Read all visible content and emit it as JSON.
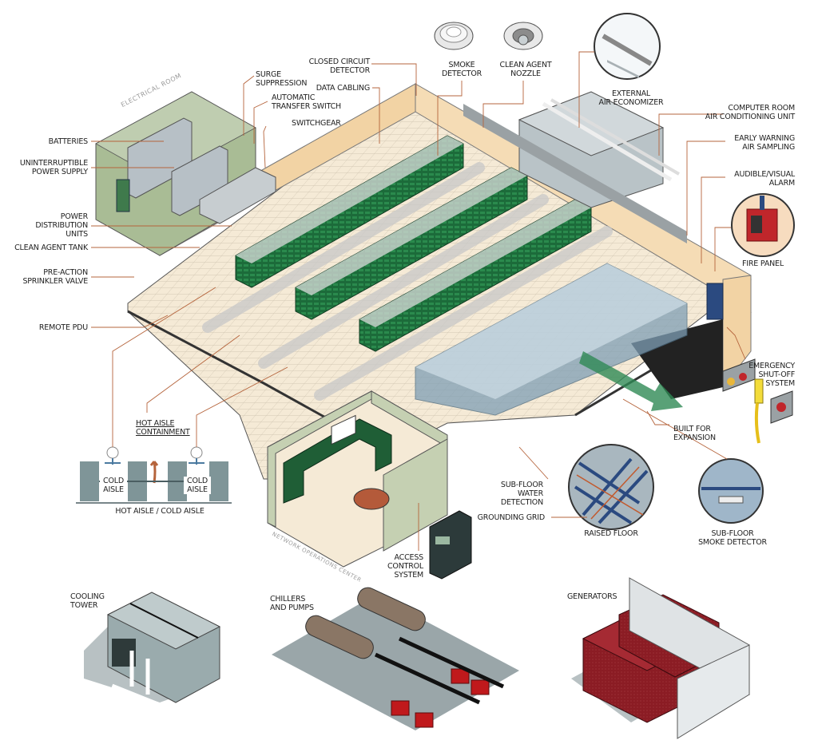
{
  "diagram": {
    "title": "Data Center Infrastructure Overview",
    "colors": {
      "leader_line": "#b5643c",
      "floor_tile": "#f5ead6",
      "floor_grid": "#c9bfae",
      "wall_tan": "#f2d3a4",
      "electrical_room_wall": "#a9bc95",
      "rack_green": "#1c6b3a",
      "containment_blue": "#7f9fb5",
      "hvac_gray": "#b9c3c7",
      "generator_red": "#8b1c24",
      "pump_red": "#c0191c",
      "chiller_brown": "#8a7665",
      "expansion_arrow": "#2f8a55"
    },
    "room_labels": {
      "electrical_room": "ELECTRICAL ROOM",
      "network_operations_center": "NETWORK OPERATIONS CENTER"
    },
    "callouts_left": [
      {
        "id": "batteries",
        "text": "BATTERIES"
      },
      {
        "id": "ups",
        "text": "UNINTERRUPTIBLE\nPOWER SUPPLY"
      },
      {
        "id": "pdu",
        "text": "POWER\nDISTRIBUTION\nUNITS"
      },
      {
        "id": "clean_agent_tank",
        "text": "CLEAN AGENT TANK"
      },
      {
        "id": "pre_action_valve",
        "text": "PRE-ACTION\nSPRINKLER VALVE"
      },
      {
        "id": "remote_pdu",
        "text": "REMOTE PDU"
      }
    ],
    "callouts_top": [
      {
        "id": "surge_suppression",
        "text": "SURGE\nSUPPRESSION"
      },
      {
        "id": "ats",
        "text": "AUTOMATIC\nTRANSFER SWITCH"
      },
      {
        "id": "switchgear",
        "text": "SWITCHGEAR"
      },
      {
        "id": "cctv",
        "text": "CLOSED CIRCUIT\nDETECTOR"
      },
      {
        "id": "data_cabling",
        "text": "DATA CABLING"
      },
      {
        "id": "smoke_detector",
        "text": "SMOKE\nDETECTOR"
      },
      {
        "id": "clean_agent_nozzle",
        "text": "CLEAN AGENT\nNOZZLE"
      },
      {
        "id": "air_economizer",
        "text": "EXTERNAL\nAIR ECONOMIZER"
      }
    ],
    "callouts_right": [
      {
        "id": "crac",
        "text": "COMPUTER ROOM\nAIR CONDITIONING UNIT"
      },
      {
        "id": "early_warning",
        "text": "EARLY WARNING\nAIR SAMPLING"
      },
      {
        "id": "audible_visual",
        "text": "AUDIBLE/VISUAL\nALARM"
      },
      {
        "id": "fire_panel",
        "text": "FIRE PANEL"
      },
      {
        "id": "emergency_shutoff",
        "text": "EMERGENCY\nSHUT-OFF\nSYSTEM"
      },
      {
        "id": "built_for_expansion",
        "text": "BUILT FOR\nEXPANSION"
      }
    ],
    "callouts_bottom": [
      {
        "id": "hot_aisle_containment",
        "text": "HOT AISLE\nCONTAINMENT"
      },
      {
        "id": "cold_aisle_1",
        "text": "COLD\nAISLE"
      },
      {
        "id": "cold_aisle_2",
        "text": "COLD\nAISLE"
      },
      {
        "id": "hot_cold_aisle",
        "text": "HOT AISLE / COLD AISLE"
      },
      {
        "id": "access_control",
        "text": "ACCESS\nCONTROL\nSYSTEM"
      },
      {
        "id": "subfloor_water",
        "text": "SUB-FLOOR\nWATER\nDETECTION"
      },
      {
        "id": "grounding_grid",
        "text": "GROUNDING GRID"
      },
      {
        "id": "raised_floor",
        "text": "RAISED FLOOR"
      },
      {
        "id": "subfloor_smoke",
        "text": "SUB-FLOOR\nSMOKE DETECTOR"
      }
    ],
    "outdoor_equipment": [
      {
        "id": "cooling_tower",
        "text": "COOLING\nTOWER"
      },
      {
        "id": "chillers_pumps",
        "text": "CHILLERS\nAND PUMPS"
      },
      {
        "id": "generators",
        "text": "GENERATORS"
      }
    ]
  }
}
